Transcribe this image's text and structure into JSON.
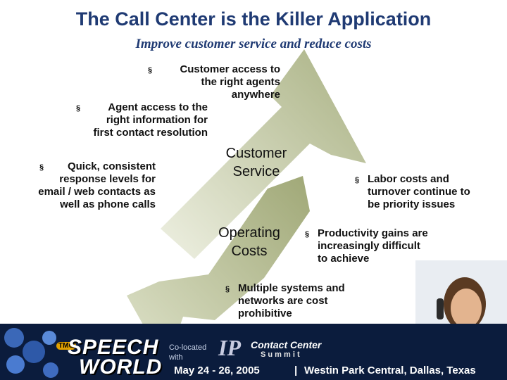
{
  "title": "The Call Center is the Killer Application",
  "subtitle": "Improve customer service and reduce costs",
  "bullet_mark": "§",
  "left_bullets": [
    {
      "lines": [
        "Customer access to",
        "the right agents",
        "anywhere"
      ]
    },
    {
      "lines": [
        "Agent access to the",
        "right information for",
        "first contact resolution"
      ]
    },
    {
      "lines": [
        "Quick, consistent",
        "response levels for",
        "email / web contacts as",
        "well as phone calls"
      ]
    }
  ],
  "right_bullets": [
    {
      "lines": [
        "Labor costs and",
        "turnover continue to",
        "be priority issues"
      ]
    },
    {
      "lines": [
        "Productivity gains are",
        "increasingly difficult",
        "to achieve"
      ]
    },
    {
      "lines": [
        "Multiple systems and",
        "networks are cost",
        "prohibitive"
      ]
    }
  ],
  "center": {
    "top": [
      "Customer",
      "Service"
    ],
    "bottom": [
      "Operating",
      "Costs"
    ]
  },
  "footer": {
    "tmc": "TMC",
    "logo_line1": "SPEECH",
    "logo_line2": "WORLD",
    "colocated": [
      "Co-located",
      "with"
    ],
    "ip": "IP",
    "contact_center": "Contact Center",
    "summit": "S u m m i t",
    "date": "May 24 - 26, 2005",
    "separator": "|",
    "venue": "Westin Park Central, Dallas, Texas"
  },
  "colors": {
    "title": "#1f3a73",
    "arrow": "#b8bf96",
    "footer": "#0b1c3d"
  }
}
